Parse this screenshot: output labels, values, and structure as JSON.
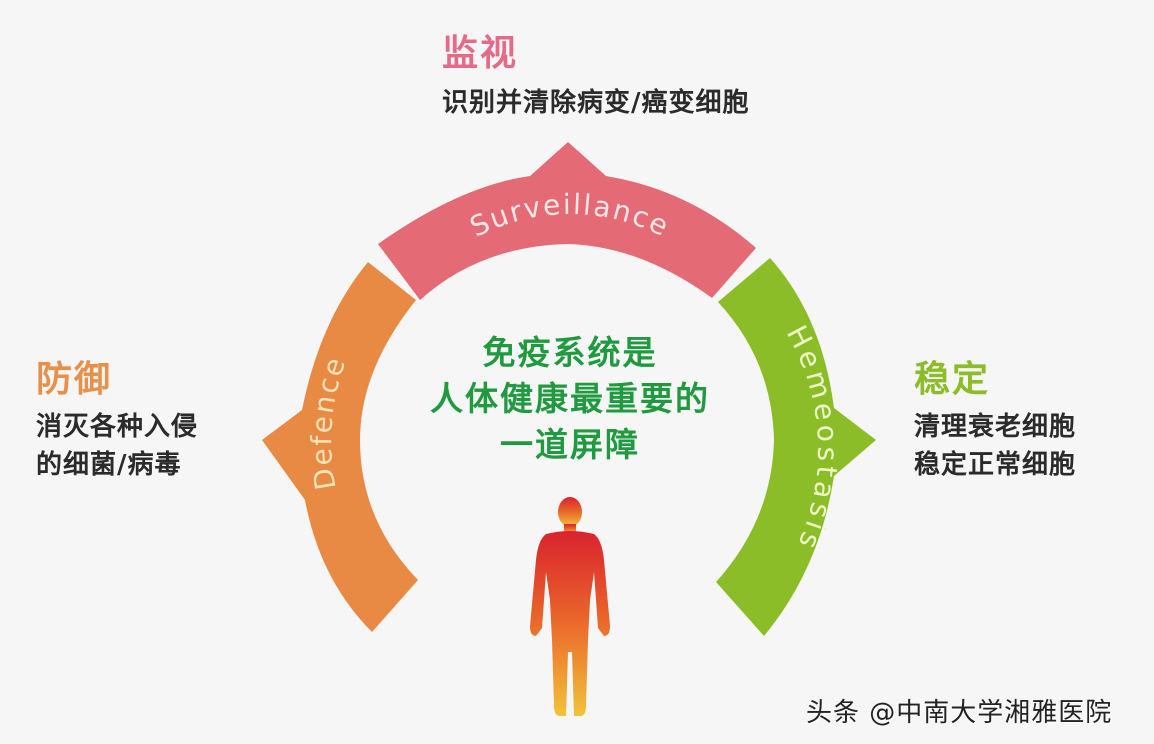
{
  "colors": {
    "background": "#f7f6f7",
    "surveillance": "#e46a75",
    "defence": "#e88a44",
    "hemeostasis": "#8bbd28",
    "center_text": "#1f9a3e",
    "defence_title": "#e8904a",
    "surveillance_title": "#e46a88",
    "hemeostasis_title": "#8bbd28",
    "body_top": "#d9232f",
    "body_bottom": "#f2c23a"
  },
  "top_block": {
    "title": "监视",
    "description": "识别并清除病变/癌变细胞"
  },
  "left_block": {
    "title": "防御",
    "description_line1": "消灭各种入侵",
    "description_line2": "的细菌/病毒"
  },
  "right_block": {
    "title": "稳定",
    "description_line1": "清理衰老细胞",
    "description_line2": "稳定正常细胞"
  },
  "arcs": {
    "surveillance_label": "Surveillance",
    "defence_label": "Defence",
    "hemeostasis_label": "Hemeostasis"
  },
  "center": {
    "line1": "免疫系统是",
    "line2": "人体健康最重要的",
    "line3": "一道屏障"
  },
  "figure": {
    "icon": "human-body-silhouette-icon"
  },
  "watermark": "头条 @中南大学湘雅医院"
}
